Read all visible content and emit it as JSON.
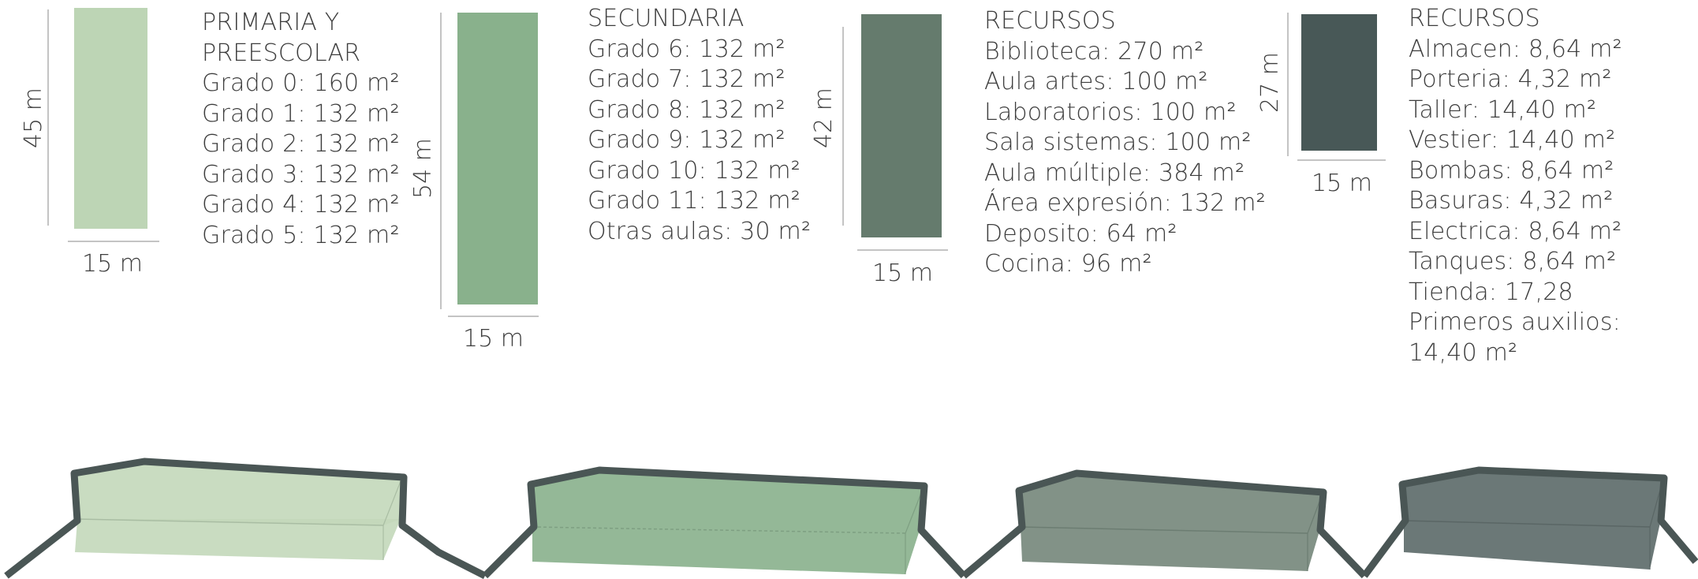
{
  "colors": {
    "primaria": "#bdd5b5",
    "secundaria": "#89b18c",
    "recursos1": "#657b6d",
    "recursos2": "#485857",
    "outline": "#4a5655"
  },
  "groups": [
    {
      "id": "primaria",
      "width_label": "15 m",
      "height_label": "45 m",
      "title": [
        "PRIMARIA Y",
        "PREESCOLAR"
      ],
      "items": [
        "Grado 0: 160 m²",
        "Grado 1: 132 m²",
        "Grado 2: 132 m²",
        "Grado 3: 132 m²",
        "Grado 4: 132 m²",
        "Grado 5: 132 m²"
      ]
    },
    {
      "id": "secundaria",
      "width_label": "15 m",
      "height_label": "54 m",
      "title": [
        "SECUNDARIA"
      ],
      "items": [
        "Grado 6: 132 m²",
        "Grado 7: 132 m²",
        "Grado 8: 132 m²",
        "Grado 9: 132 m²",
        "Grado 10: 132 m²",
        "Grado 11: 132 m²",
        "Otras aulas: 30 m²"
      ]
    },
    {
      "id": "recursos1",
      "width_label": "15 m",
      "height_label": "42 m",
      "title": [
        "RECURSOS"
      ],
      "items": [
        "Biblioteca: 270 m²",
        "Aula artes: 100 m²",
        "Laboratorios: 100 m²",
        "Sala sistemas: 100 m²",
        "Aula múltiple: 384 m²",
        "Área expresión: 132 m²",
        "Deposito: 64 m²",
        "Cocina: 96 m²"
      ]
    },
    {
      "id": "recursos2",
      "width_label": "15 m",
      "height_label": "27 m",
      "title": [
        "RECURSOS"
      ],
      "items": [
        "Almacen: 8,64 m²",
        "Porteria: 4,32 m²",
        "Taller: 14,40 m²",
        "Vestier: 14,40 m²",
        "Bombas: 8,64 m²",
        "Basuras: 4,32 m²",
        "Electrica: 8,64 m²",
        "Tanques: 8,64 m²",
        "Tienda: 17,28",
        "Primeros auxilios:",
        "14,40 m²"
      ]
    }
  ]
}
